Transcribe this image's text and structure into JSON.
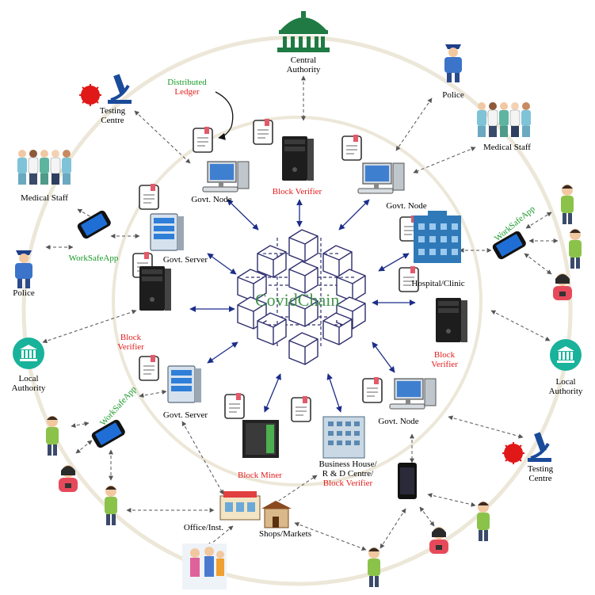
{
  "core_label": "CovidChain",
  "labels": {
    "central_authority": [
      "Central",
      "Authority"
    ],
    "police_top": "Police",
    "police_left": "Police",
    "medical_staff_left": "Medical Staff",
    "medical_staff_right": "Medical Staff",
    "testing_centre_top": [
      "Testing",
      "Centre"
    ],
    "testing_centre_bottom": [
      "Testing",
      "Centre"
    ],
    "local_authority_left": [
      "Local",
      "Authority"
    ],
    "local_authority_right": [
      "Local",
      "Authority"
    ],
    "distributed_ledger": [
      "Distributed",
      "Ledger"
    ],
    "govt_node_left": "Govt. Node",
    "govt_node_right": "Govt. Node",
    "govt_node_bottom": "Govt. Node",
    "block_verifier_top": "Block Verifier",
    "block_verifier_left": [
      "Block",
      "Verifier"
    ],
    "block_verifier_right": [
      "Block",
      "Verifier"
    ],
    "govt_server_top": "Govt. Server",
    "govt_server_bottom": "Govt. Server",
    "hospital_clinic": "Hospital/Clinic",
    "block_miner": "Block Miner",
    "business_house": [
      "Business House/",
      "R & D Centre/",
      "Block Verifier"
    ],
    "office_inst": "Office/Inst.",
    "shops_markets": "Shops/Markets",
    "worksafeapp_left": "WorkSafeApp",
    "worksafeapp_right": "WorkSafeApp",
    "worksafeapp_bottom": "WorkSafeApp"
  },
  "colors": {
    "ring": "#ece7d8",
    "network": "#2e2e6e",
    "arrow": "#1c2d8a",
    "dashed": "#555555",
    "label_red": "#e31b1b",
    "label_green": "#1a9a2a",
    "authority_green": "#1f7a43",
    "teal": "#19b29a"
  },
  "icons": [
    "bank-icon",
    "police-icon",
    "doctor-group-icon",
    "virus-icon",
    "microscope-icon",
    "document-icon",
    "desktop-computer-icon",
    "server-tower-icon",
    "rack-server-icon",
    "smartphone-icon",
    "hospital-building-icon",
    "office-building-icon",
    "shop-icon",
    "person-icon",
    "block-network-icon"
  ]
}
